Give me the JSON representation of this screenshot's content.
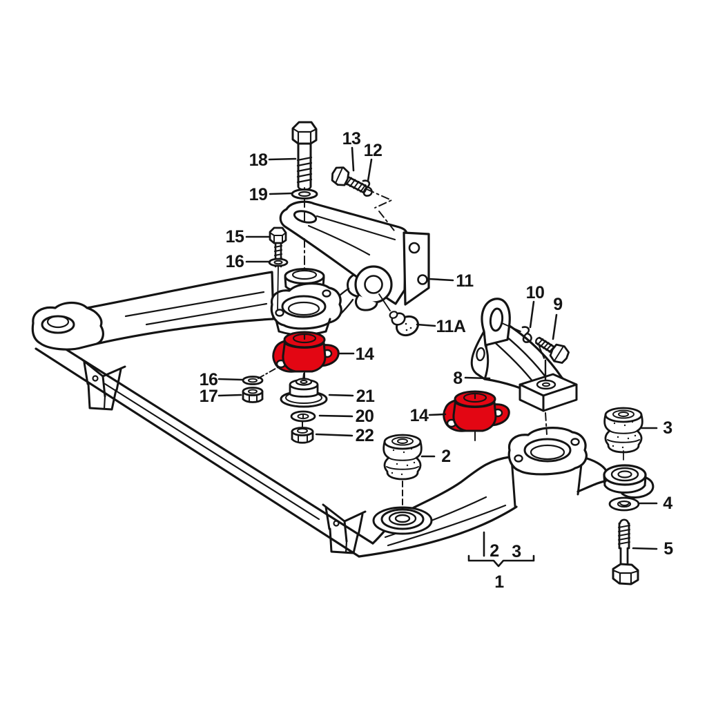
{
  "diagram": {
    "type": "exploded-parts-diagram",
    "subject": "vehicle subframe with engine mountings",
    "background_color": "#ffffff",
    "line_color": "#141414",
    "highlight_color": "#e30613",
    "highlighted_part_number": "14"
  },
  "labels": {
    "l1": "1",
    "l2a": "2",
    "l2b": "2",
    "l3a": "3",
    "l3b": "3",
    "l4": "4",
    "l5": "5",
    "l8": "8",
    "l9": "9",
    "l10": "10",
    "l11": "11",
    "l11a": "11A",
    "l12": "12",
    "l13": "13",
    "l14a": "14",
    "l14b": "14",
    "l15": "15",
    "l16a": "16",
    "l16b": "16",
    "l17": "17",
    "l18": "18",
    "l19": "19",
    "l20": "20",
    "l21": "21",
    "l22": "22"
  }
}
